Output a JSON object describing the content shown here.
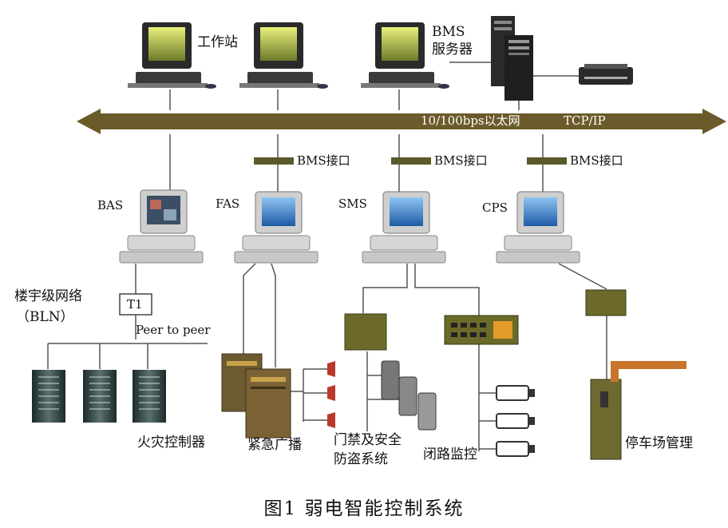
{
  "network": {
    "backbone_label": "10/100bps以太网",
    "protocol_label": "TCP/IP",
    "backbone_color": "#6b5a2a"
  },
  "top_nodes": {
    "workstation_label": "工作站",
    "server_label_line1": "BMS",
    "server_label_line2": "服务器"
  },
  "interfaces": [
    "BMS接口",
    "BMS接口",
    "BMS接口"
  ],
  "subsystems": {
    "bas": "BAS",
    "fas": "FAS",
    "sms": "SMS",
    "cps": "CPS"
  },
  "bln": {
    "line1": "楼宇级网络",
    "line2": "（BLN）",
    "terminal": "T1",
    "peer": "Peer to peer"
  },
  "devices": {
    "fire_controller": "火灾控制器",
    "emergency_broadcast": "紧急广播",
    "access_control_line1": "门禁及安全",
    "access_control_line2": "防盗系统",
    "cctv": "闭路监控",
    "parking": "停车场管理"
  },
  "caption": "图1  弱电智能控制系统"
}
